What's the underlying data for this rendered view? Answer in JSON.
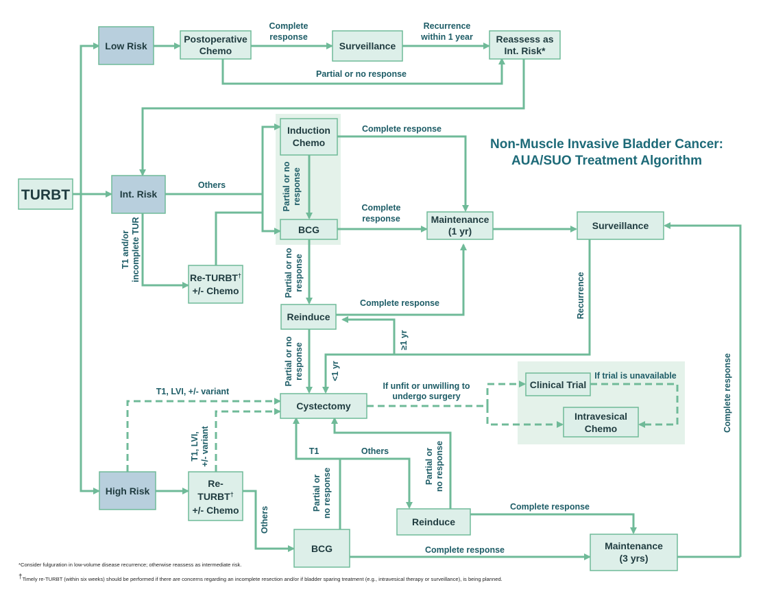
{
  "title": {
    "line1": "Non-Muscle Invasive Bladder Cancer:",
    "line2": "AUA/SUO Treatment Algorithm"
  },
  "colors": {
    "arrow": "#6fba98",
    "risk_fill": "#b8cfdd",
    "node_fill": "#ddefe9",
    "node_stroke": "#6fba98",
    "group_fill": "#e4f2ea",
    "text_dark": "#1f3b3f",
    "label_text": "#1d5c66",
    "title_text": "#1d6a78"
  },
  "nodes": {
    "turbt": "TURBT",
    "low_risk": "Low Risk",
    "post_chemo_1": "Postoperative",
    "post_chemo_2": "Chemo",
    "surveillance_top": "Surveillance",
    "reassess_1": "Reassess as",
    "reassess_2": "Int. Risk*",
    "int_risk": "Int. Risk",
    "induction_1": "Induction",
    "induction_2": "Chemo",
    "bcg_mid": "BCG",
    "maint1_1": "Maintenance",
    "maint1_2": "(1 yr)",
    "surveillance_mid": "Surveillance",
    "returbt_int_1": "Re-TURBT",
    "returbt_int_sup": "†",
    "returbt_int_2": "+/- Chemo",
    "reinduce_mid": "Reinduce",
    "cystectomy": "Cystectomy",
    "clinical_trial": "Clinical Trial",
    "intravesical_1": "Intravesical",
    "intravesical_2": "Chemo",
    "high_risk": "High Risk",
    "returbt_high_1": "Re-",
    "returbt_high_2": "TURBT",
    "returbt_high_sup": "†",
    "returbt_high_3": "+/- Chemo",
    "bcg_low": "BCG",
    "reinduce_low": "Reinduce",
    "maint3_1": "Maintenance",
    "maint3_2": "(3 yrs)"
  },
  "labels": {
    "complete_response_1": "Complete",
    "complete_response_2": "response",
    "recurrence_1": "Recurrence",
    "recurrence_2": "within 1 year",
    "partial_no_top": "Partial or no response",
    "complete_ind": "Complete response",
    "others_int": "Others",
    "t1_incomplete_1": "T1 and/or",
    "t1_incomplete_2": "incomplete TUR",
    "partial_ind_1": "Partial or no",
    "partial_ind_2": "response",
    "complete_bcg_1": "Complete",
    "complete_bcg_2": "response",
    "partial_bcg_1": "Partial or no",
    "partial_bcg_2": "response",
    "complete_reinduce": "Complete response",
    "recurrence_v": "Recurrence",
    "gt1yr": "≥1 yr",
    "lt1yr": "<1 yr",
    "partial_reinduce_1": "Partial or no",
    "partial_reinduce_2": "response",
    "t1_lvi_variant": "T1, LVI, +/- variant",
    "t1_lvi_v_1": "T1, LVI,",
    "t1_lvi_v_2": "+/- variant",
    "unfit_1": "If unfit or unwilling to",
    "unfit_2": "undergo surgery",
    "trial_unavailable": "If trial is unavailable",
    "t1_low": "T1",
    "others_low": "Others",
    "partial_low_1": "Partial or",
    "partial_low_2": "no response",
    "partial_reinduce_low_1": "Partial or",
    "partial_reinduce_low_2": "no response",
    "others_high": "Others",
    "complete_reinduce_low": "Complete response",
    "complete_bcg_low": "Complete response",
    "complete_response_v": "Complete response"
  },
  "footnotes": {
    "star": "*Consider fulguration in low-volume disease recurrence; otherwise reassess as intermediate risk.",
    "dagger_mark": "†",
    "dagger": "Timely re-TURBT (within six weeks) should be performed if there are concerns regarding an incomplete resection and/or if bladder sparing treatment (e.g., intravesical therapy or surveillance), is being planned."
  }
}
